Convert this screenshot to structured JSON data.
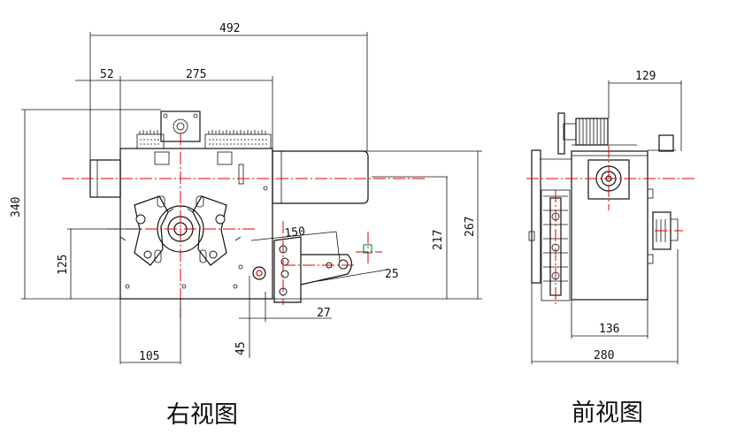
{
  "views": {
    "right": {
      "caption": "右视图",
      "dimensions": {
        "overall_width": "492",
        "left_offset": "52",
        "body_width": "275",
        "height": "340",
        "center_height": "125",
        "link_length": "150",
        "axis_height": "217",
        "top_height": "267",
        "link_angle": "25",
        "pivot_offset": "27",
        "center_x": "105",
        "hole_offset": "45"
      }
    },
    "front": {
      "caption": "前视图",
      "dimensions": {
        "top_width": "129",
        "inner_width": "136",
        "overall_width": "280"
      }
    }
  },
  "colors": {
    "line": "#111111",
    "centerline": "#e00000",
    "marker": "#00a060"
  }
}
